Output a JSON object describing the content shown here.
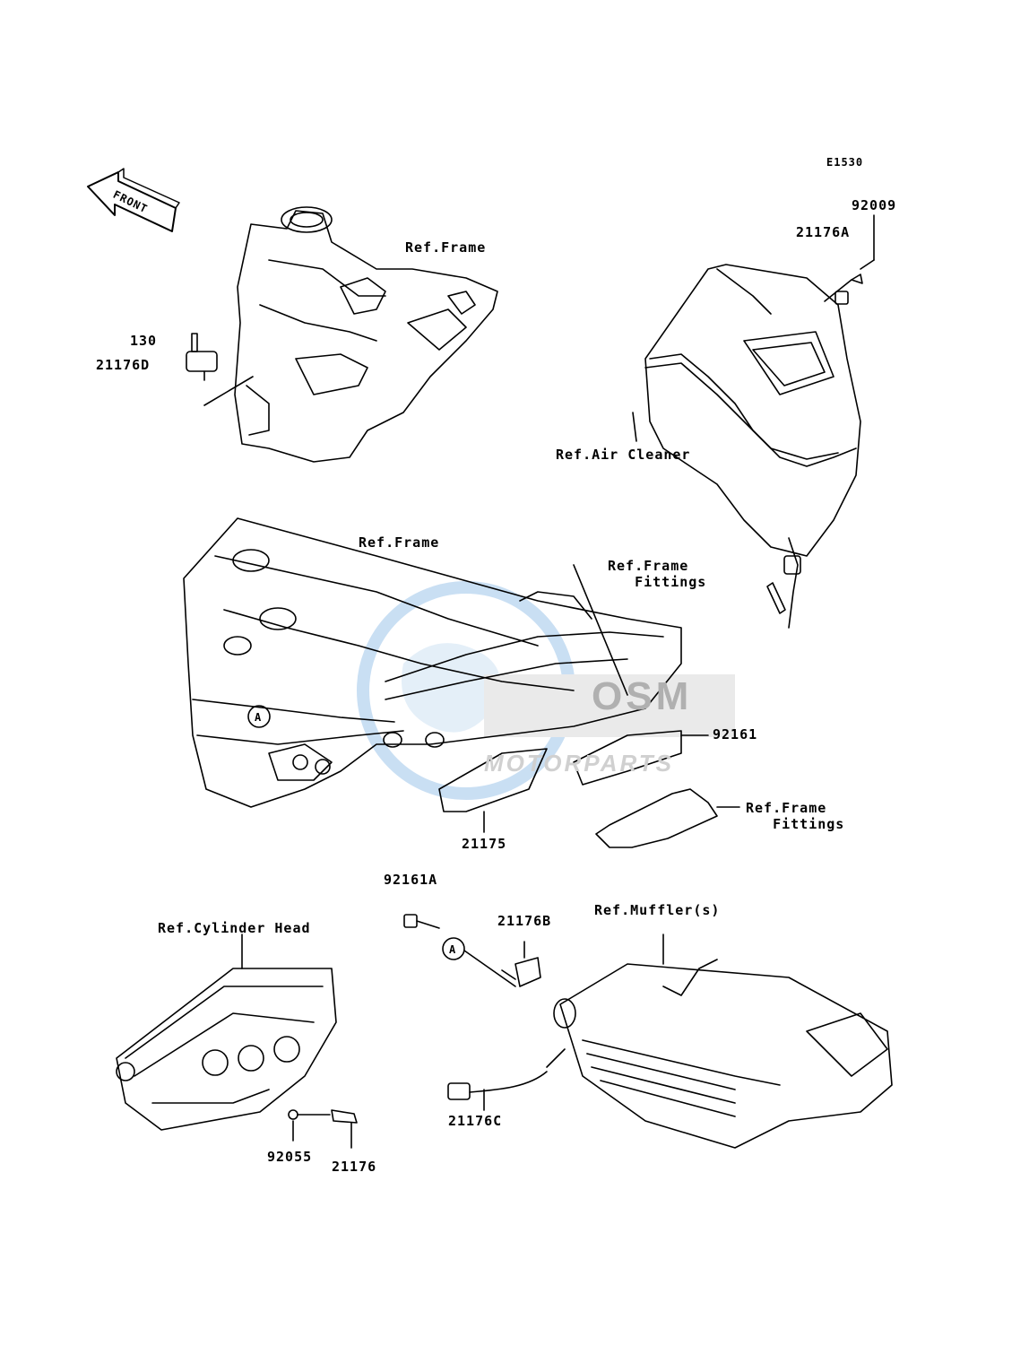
{
  "diagram": {
    "code": "E1530",
    "front_label": "FRONT",
    "circle_marker": "A",
    "watermark": {
      "brand": "OSM",
      "tagline": "MOTORPARTS"
    },
    "colors": {
      "line": "#000000",
      "watermark_blue": "#6fa8dc",
      "watermark_gray": "#c8c8c8"
    }
  },
  "labels": {
    "p92009": "92009",
    "p21176A": "21176A",
    "p130": "130",
    "p21176D": "21176D",
    "ref_frame_top": "Ref.Frame",
    "ref_air_cleaner": "Ref.Air Cleaner",
    "ref_frame_mid": "Ref.Frame",
    "ref_frame_fittings_1": "Ref.Frame\n   Fittings",
    "p92161": "92161",
    "ref_frame_fittings_2": "Ref.Frame\n   Fittings",
    "p21175": "21175",
    "p92161A": "92161A",
    "p21176B": "21176B",
    "ref_muffler": "Ref.Muffler(s)",
    "ref_cylinder_head": "Ref.Cylinder Head",
    "p21176C": "21176C",
    "p92055": "92055",
    "p21176": "21176"
  }
}
